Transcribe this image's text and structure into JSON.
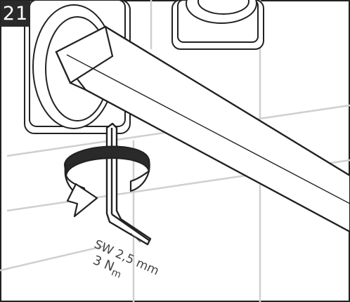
{
  "step": {
    "number": "21"
  },
  "spec": {
    "wrench_size": "SW 2,5 mm",
    "torque_value": "3 N",
    "torque_unit_sub": "m"
  },
  "icons": [
    "hex-key-icon",
    "rotation-arrow-icon"
  ],
  "colors": {
    "badge": "#2a2a2a",
    "line": "#222222",
    "tile_grout": "#cccccc",
    "background": "#ffffff"
  }
}
